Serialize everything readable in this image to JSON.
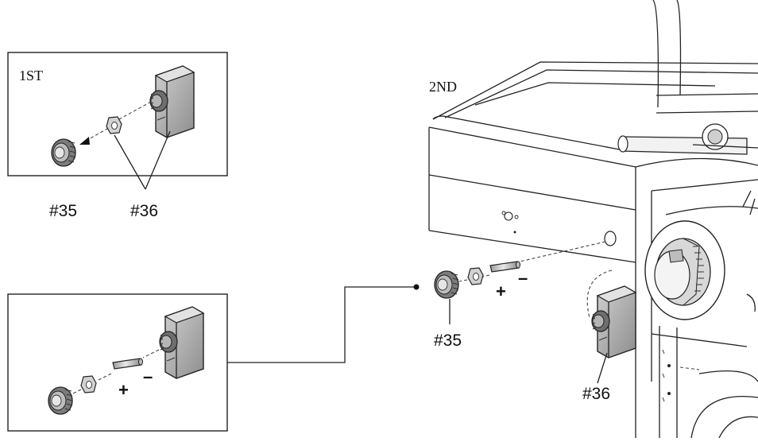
{
  "steps": {
    "first": "1ST",
    "second": "2ND"
  },
  "parts": {
    "ignition_button": "#35",
    "ignition_module": "#36"
  },
  "battery": {
    "positive": "+",
    "negative": "–"
  }
}
